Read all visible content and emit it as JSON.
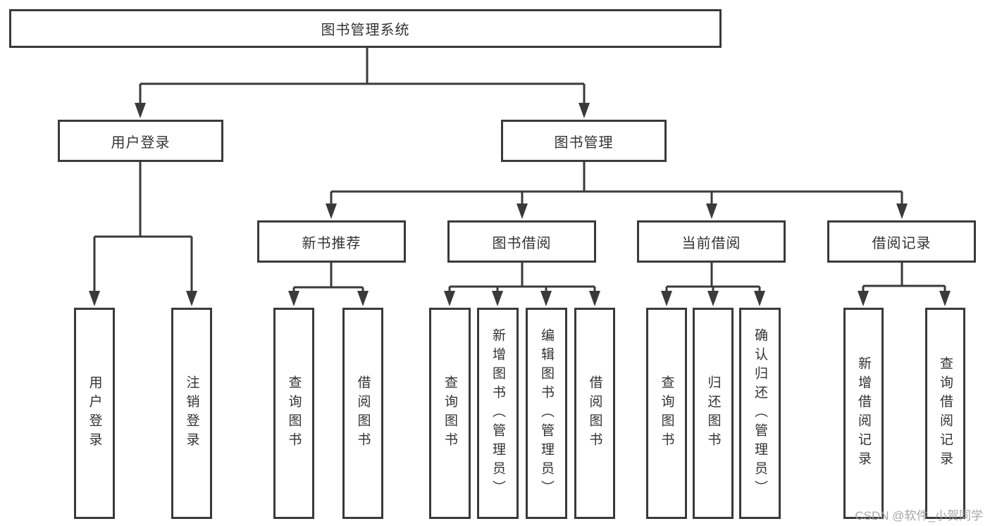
{
  "diagram": {
    "type": "hierarchy-tree",
    "root": {
      "label": "图书管理系统"
    },
    "level2": [
      {
        "label": "用户登录"
      },
      {
        "label": "图书管理"
      }
    ],
    "level3": [
      {
        "label": "新书推荐"
      },
      {
        "label": "图书借阅"
      },
      {
        "label": "当前借阅"
      },
      {
        "label": "借阅记录"
      }
    ],
    "leaves": [
      {
        "label": "用户登录",
        "parent": "用户登录"
      },
      {
        "label": "注销登录",
        "parent": "用户登录"
      },
      {
        "label": "查询图书",
        "parent": "新书推荐"
      },
      {
        "label": "借阅图书",
        "parent": "新书推荐"
      },
      {
        "label": "查询图书",
        "parent": "图书借阅"
      },
      {
        "label": "新增图书（管理员）",
        "parent": "图书借阅"
      },
      {
        "label": "编辑图书（管理员）",
        "parent": "图书借阅"
      },
      {
        "label": "借阅图书",
        "parent": "图书借阅"
      },
      {
        "label": "查询图书",
        "parent": "当前借阅"
      },
      {
        "label": "归还图书",
        "parent": "当前借阅"
      },
      {
        "label": "确认归还（管理员）",
        "parent": "当前借阅"
      },
      {
        "label": "新增借阅记录",
        "parent": "借阅记录"
      },
      {
        "label": "查询借阅记录",
        "parent": "借阅记录"
      }
    ],
    "watermark": "CSDN @软件_小贺同学",
    "colors": {
      "line": "#3a3a3a",
      "text": "#333333",
      "background": "#ffffff",
      "watermark": "#9e9e9e"
    }
  }
}
